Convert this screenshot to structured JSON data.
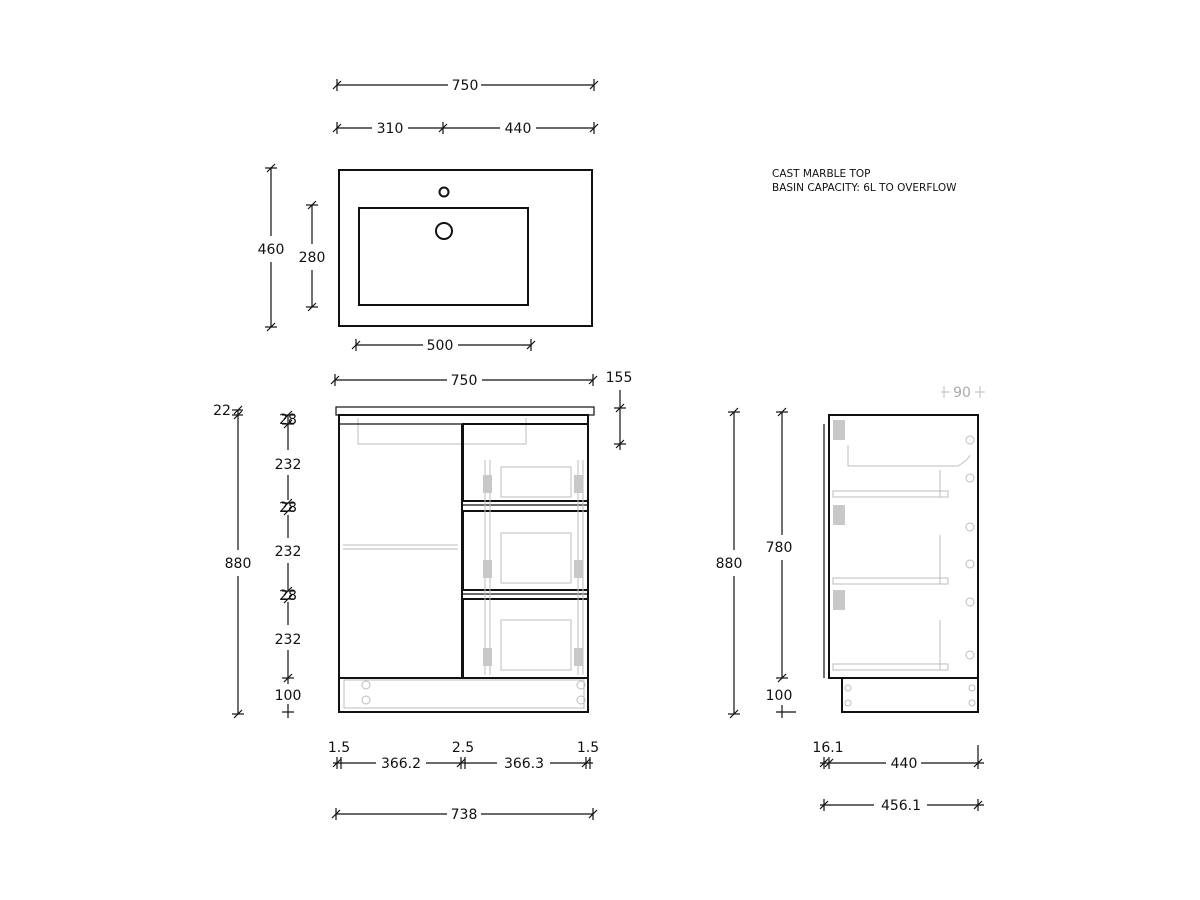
{
  "notes": {
    "line1": "CAST MARBLE TOP",
    "line2": "BASIN CAPACITY: 6L TO OVERFLOW"
  },
  "top_view": {
    "overall_width": "750",
    "tap_offset": "310",
    "tap_to_right": "440",
    "depth": "460",
    "bowl_depth": "280",
    "bowl_width": "500"
  },
  "front_view": {
    "overall_width": "750",
    "top_thickness": "155",
    "top_lip": "22",
    "overall_height": "880",
    "gap_1": "28",
    "drawer_1": "232",
    "gap_2": "28",
    "drawer_2": "232",
    "gap_3": "28",
    "drawer_3": "232",
    "kick": "100",
    "side_gap_left": "1.5",
    "door_width": "366.2",
    "center_gap": "2.5",
    "drawer_width": "366.3",
    "side_gap_right": "1.5",
    "cabinet_width": "738"
  },
  "side_view": {
    "overall_height": "880",
    "cabinet_height": "780",
    "kick": "100",
    "top_overhang": "90",
    "door_thickness": "16.1",
    "depth": "440",
    "overall_depth": "456.1"
  }
}
